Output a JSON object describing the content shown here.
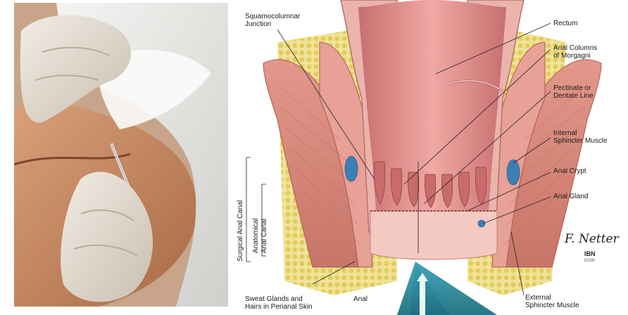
{
  "diagram": {
    "labels": {
      "squamocolumnar_junction": "Squamocolumnar\nJunction",
      "rectum": "Rectum",
      "anal_columns": "Anal Columns\nof Morgagni",
      "pectinate_line": "Pectinate or\nDentate Line",
      "internal_sphincter": "Internal\nSphincter Muscle",
      "anal_crypt": "Anal Crypt",
      "anal_gland": "Anal Gland",
      "sweat_glands": "Sweat Glands and\nHairs in Perianal Skin",
      "anal": "Anal",
      "external_sphincter": "External\nSphincter Muscle",
      "surgical_anal_canal": "Surgical Anal Canal",
      "anatomical_anal_canal_line1": "Anatomical",
      "anatomical_anal_canal_line2": "Anal Canal"
    },
    "signature": {
      "name": "F. Netter",
      "mark": "IBN",
      "mark_sub": "ICON"
    }
  },
  "colors": {
    "mucosa": "#e59590",
    "muscle": "#d9897e",
    "fat": "#e6d36a",
    "callout": "#2e8fa0"
  }
}
